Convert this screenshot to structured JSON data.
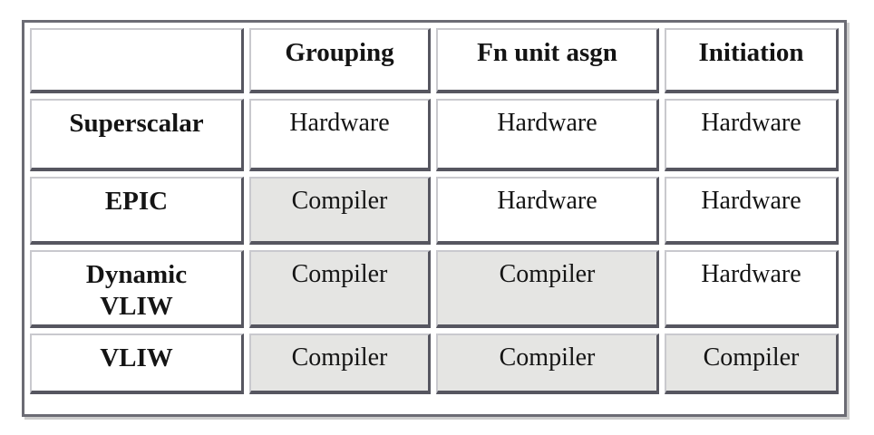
{
  "chart_data": {
    "type": "table",
    "columns": [
      "",
      "Grouping",
      "Fn unit asgn",
      "Initiation"
    ],
    "rows": [
      {
        "label": "Superscalar",
        "values": [
          "Hardware",
          "Hardware",
          "Hardware"
        ]
      },
      {
        "label": "EPIC",
        "values": [
          "Compiler",
          "Hardware",
          "Hardware"
        ]
      },
      {
        "label": "Dynamic\nVLIW",
        "values": [
          "Compiler",
          "Compiler",
          "Hardware"
        ]
      },
      {
        "label": "VLIW",
        "values": [
          "Compiler",
          "Compiler",
          "Compiler"
        ]
      }
    ],
    "colors": {
      "shaded_cell_background": "#e5e5e3",
      "plain_cell_background": "#ffffff",
      "cell_border_light": "#c9c9ce",
      "cell_border_dark": "#565660",
      "frame_border": "#6b6b74",
      "frame_shadow": "#cdcdcd",
      "text": "#141414"
    }
  }
}
